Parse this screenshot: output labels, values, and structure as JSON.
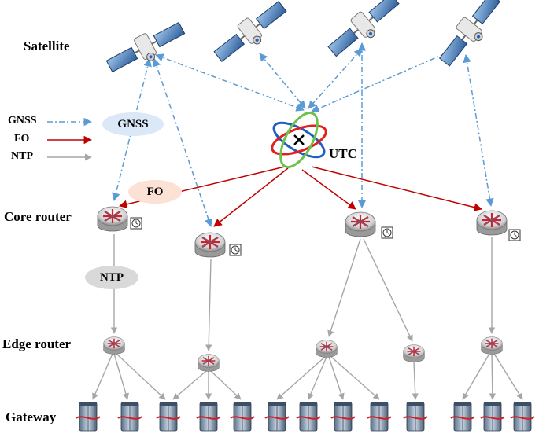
{
  "labels": {
    "satellite": "Satellite",
    "core_router": "Core router",
    "edge_router": "Edge router",
    "gateway": "Gateway",
    "utc": "UTC"
  },
  "legend": [
    {
      "name": "GNSS",
      "style": "dash-dot",
      "color": "#5b9bd5"
    },
    {
      "name": "FO",
      "style": "solid",
      "color": "#c00000"
    },
    {
      "name": "NTP",
      "style": "solid",
      "color": "#a6a6a6"
    }
  ],
  "ovals": {
    "gnss": "GNSS",
    "fo": "FO",
    "ntp": "NTP"
  },
  "colors": {
    "gnss": "#5b9bd5",
    "fo": "#c00000",
    "ntp": "#a6a6a6",
    "gnss_oval": "#dbe8f7",
    "fo_oval": "#fbe2d5",
    "ntp_oval": "#d9d9d9"
  },
  "icons": {
    "satellite": "satellite-icon",
    "utc": "atom-icon",
    "router": "router-icon",
    "clock": "clock-icon",
    "gateway": "server-icon"
  }
}
